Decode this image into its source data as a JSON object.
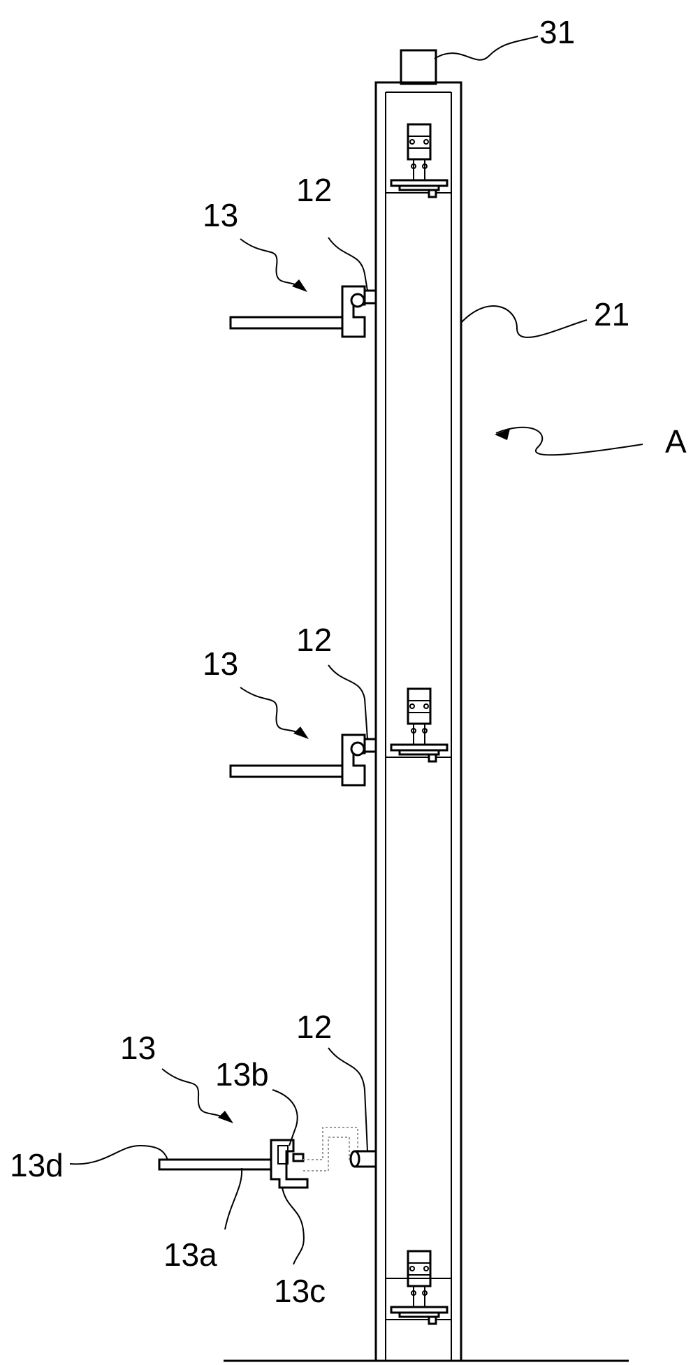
{
  "labels": {
    "l31": "31",
    "l21": "21",
    "lA": "A",
    "l12_top": "12",
    "l13_top": "13",
    "l12_mid": "12",
    "l13_mid": "13",
    "l12_bot": "12",
    "l13_bot": "13",
    "l13b": "13b",
    "l13d": "13d",
    "l13a": "13a",
    "l13c": "13c"
  }
}
